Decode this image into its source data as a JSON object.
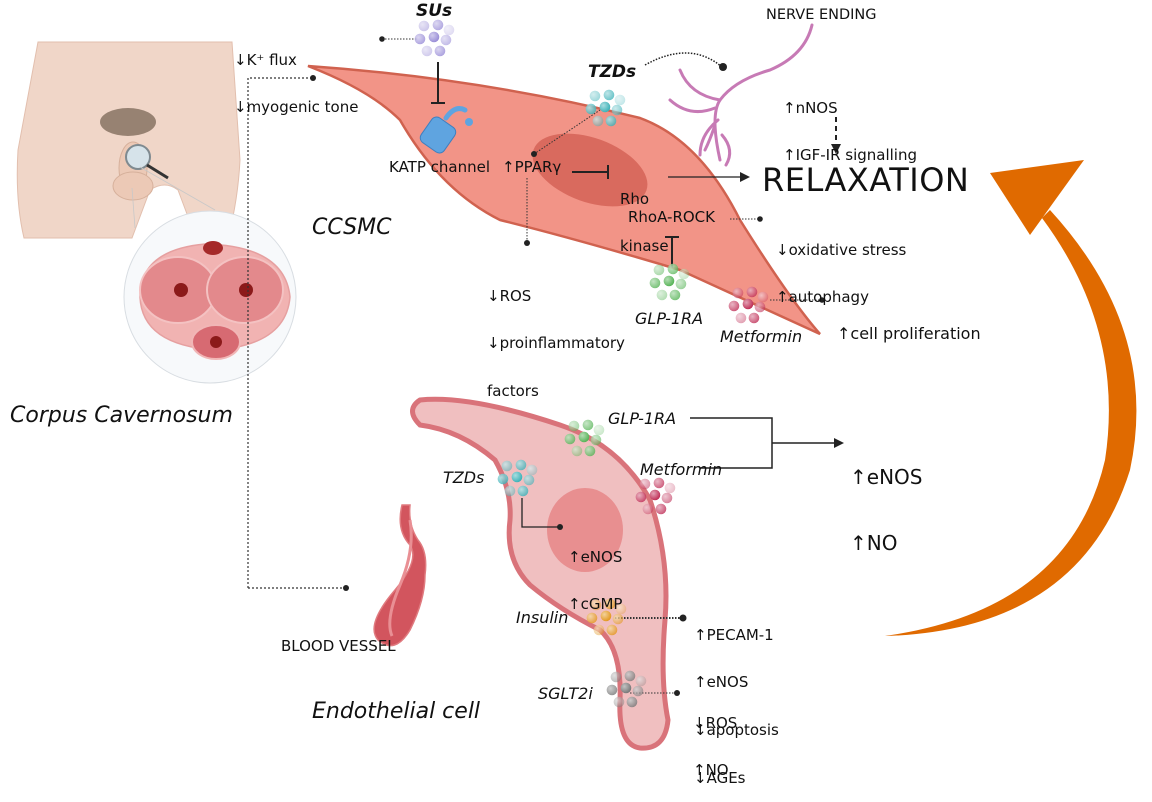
{
  "labels": {
    "corpus_cavernosum": "Corpus Cavernosum",
    "ccsmc": "CCSMC",
    "endothelial_cell": "Endothelial cell",
    "blood_vessel": "BLOOD VESSEL",
    "nerve_ending": "NERVE ENDING",
    "relaxation": "RELAXATION",
    "katp_channel": "KATP channel",
    "ppar_gamma": "↑PPARγ",
    "rho_kinase": [
      "Rho",
      "kinase"
    ],
    "rhoa_rock": "RhoA-ROCK"
  },
  "drugs": {
    "sus": "SUs",
    "tzds_top": "TZDs",
    "glp1ra_top": "GLP-1RA",
    "metformin_top": "Metformin",
    "glp1ra_bottom": "GLP-1RA",
    "metformin_bottom": "Metformin",
    "tzds_bottom": "TZDs",
    "insulin": "Insulin",
    "sglt2i": "SGLT2i"
  },
  "effects": {
    "sus": [
      "↓K⁺ flux",
      "↓myogenic tone"
    ],
    "nerve": [
      "↑nNOS",
      "↑IGF-IR signalling"
    ],
    "ppar": [
      "↓ROS",
      "↓proinflammatory",
      "factors"
    ],
    "glp1_smc": [
      "↓oxidative stress",
      "↑autophagy"
    ],
    "metformin_smc": [
      "↑cell proliferation"
    ],
    "endo_combined": [
      "↑eNOS",
      "↑NO"
    ],
    "tzd_endo": [
      "↑eNOS",
      "↑cGMP"
    ],
    "insulin": [
      "↑PECAM-1",
      "↑eNOS",
      "↓apoptosis",
      "↓AGEs"
    ],
    "sglt2i": [
      "↓ROS",
      "↑NO"
    ]
  },
  "colors": {
    "smc_fill": "#f29487",
    "smc_stroke": "#d0624f",
    "smc_nucleus": "#d96a5e",
    "endo_fill": "#f0bfc0",
    "endo_stroke": "#d9737a",
    "endo_nucleus": "#e88f90",
    "arrow_orange": "#e06a00",
    "nerve": "#c77ab5",
    "katp": "#5fa4e0",
    "sus": "#9b8fd8",
    "tzd": "#3fb3b9",
    "glp1": "#5ab55a",
    "metformin": "#c0325a",
    "insulin": "#e39a24",
    "sglt2": "#7a7a7a",
    "skin": "#f0d6c8"
  }
}
